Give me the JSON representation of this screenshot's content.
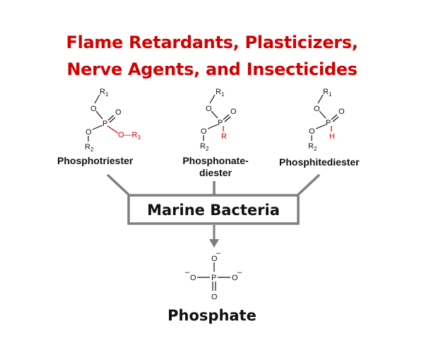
{
  "title": {
    "line1": "Flame Retardants, Plasticizers,",
    "line2": "Nerve Agents, and Insecticides"
  },
  "compounds": [
    {
      "name": "Phosphotriester",
      "atoms": {
        "r1": "R",
        "r1_sub": "1",
        "o_top": "O",
        "p": "P",
        "o_dbl": "O",
        "o_left": "O",
        "r2": "R",
        "r2_sub": "2",
        "variable": "O—R",
        "variable_sub": "3"
      }
    },
    {
      "name_line1": "Phosphonate-",
      "name_line2": "diester",
      "atoms": {
        "r1": "R",
        "r1_sub": "1",
        "o_top": "O",
        "p": "P",
        "o_dbl": "O",
        "o_left": "O",
        "r2": "R",
        "r2_sub": "2",
        "variable": "R"
      }
    },
    {
      "name": "Phosphitediester",
      "atoms": {
        "r1": "R",
        "r1_sub": "1",
        "o_top": "O",
        "p": "P",
        "o_dbl": "O",
        "o_left": "O",
        "r2": "R",
        "r2_sub": "2",
        "variable": "H"
      }
    }
  ],
  "process": {
    "label": "Marine Bacteria"
  },
  "phosphate": {
    "o_top": "O",
    "o_top_charge": "–",
    "o_left": "O",
    "o_left_charge": "–",
    "p": "P",
    "o_right": "O",
    "o_right_charge": "–",
    "o_bottom": "O"
  },
  "product": {
    "label": "Phosphate"
  },
  "colors": {
    "highlight": "#d40000",
    "connector": "#7f7f7f",
    "text": "#111111"
  }
}
